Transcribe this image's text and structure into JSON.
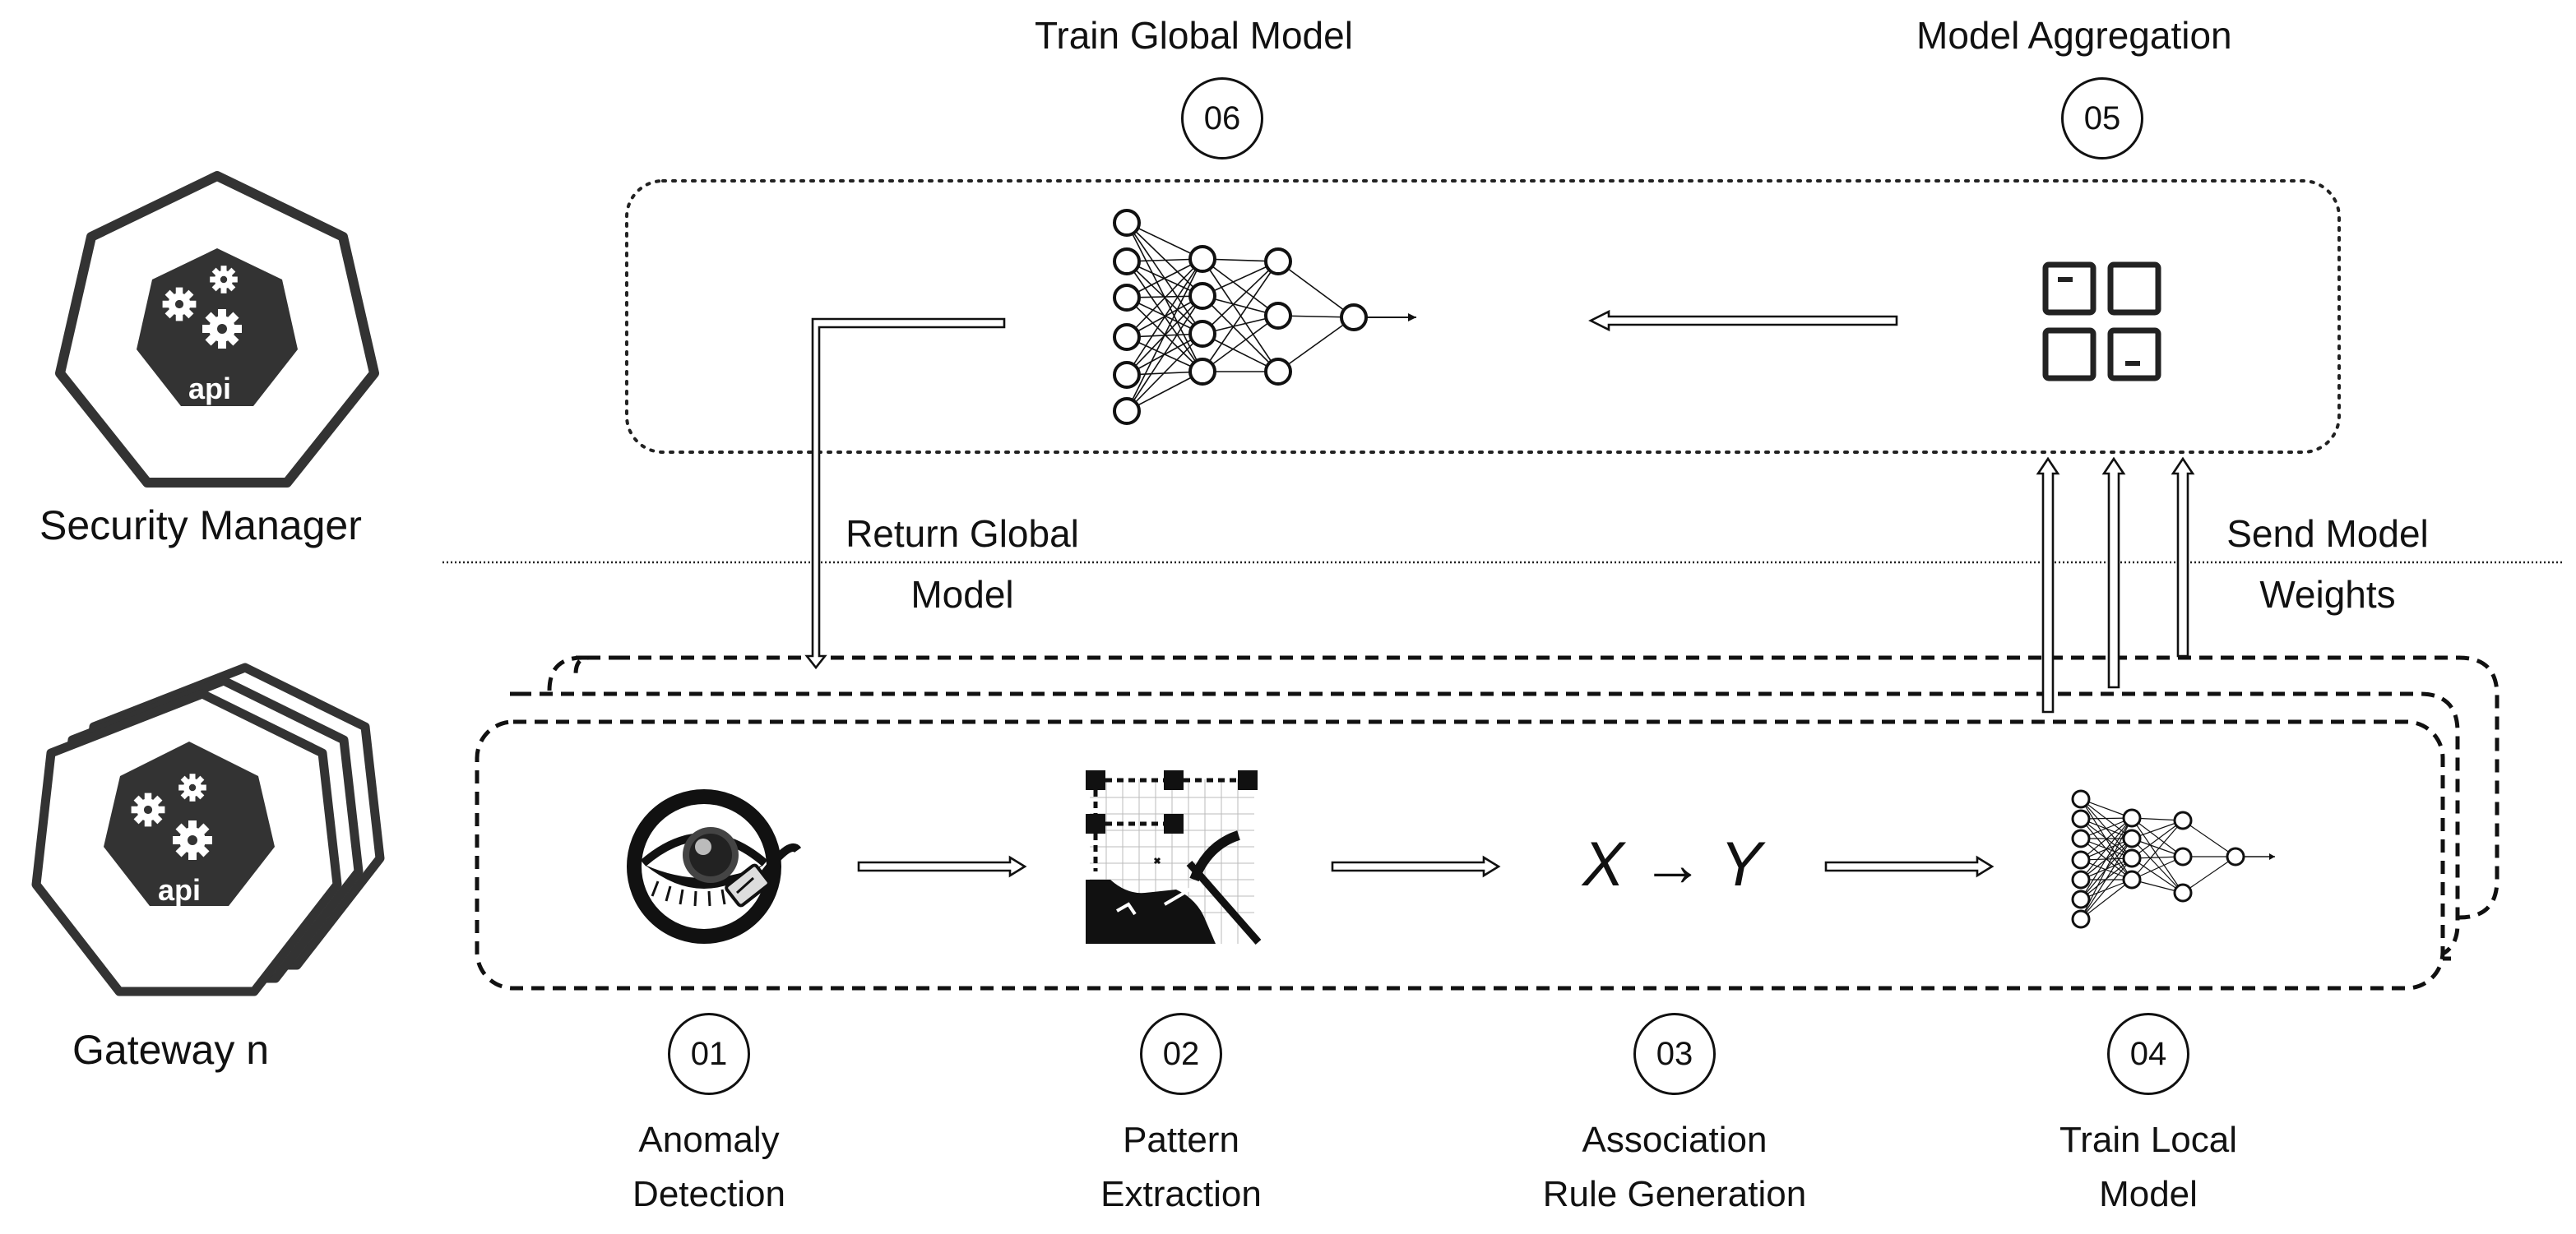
{
  "roles": {
    "server": "Security Manager",
    "client": "Gateway n",
    "server_icon_text": "api",
    "client_icon_text": "api"
  },
  "steps": [
    {
      "num": "01",
      "line1": "Anomaly",
      "line2": "Detection"
    },
    {
      "num": "02",
      "line1": "Pattern",
      "line2": "Extraction"
    },
    {
      "num": "03",
      "line1": "Association",
      "line2": "Rule Generation"
    },
    {
      "num": "04",
      "line1": "Train Local",
      "line2": "Model"
    },
    {
      "num": "05",
      "title": "Model Aggregation"
    },
    {
      "num": "06",
      "title": "Train Global Model"
    }
  ],
  "arrows": {
    "return": {
      "line1": "Return Global",
      "line2": "Model"
    },
    "send": {
      "line1": "Send Model",
      "line2": "Weights"
    }
  },
  "formula": "X → Y",
  "icons": [
    "gears-icon",
    "eye-network-icon",
    "pattern-mining-icon",
    "neural-network-icon",
    "aggregation-grid-icon"
  ],
  "colors": {
    "ink": "#111111",
    "icon_fill": "#333333",
    "background": "#ffffff"
  }
}
